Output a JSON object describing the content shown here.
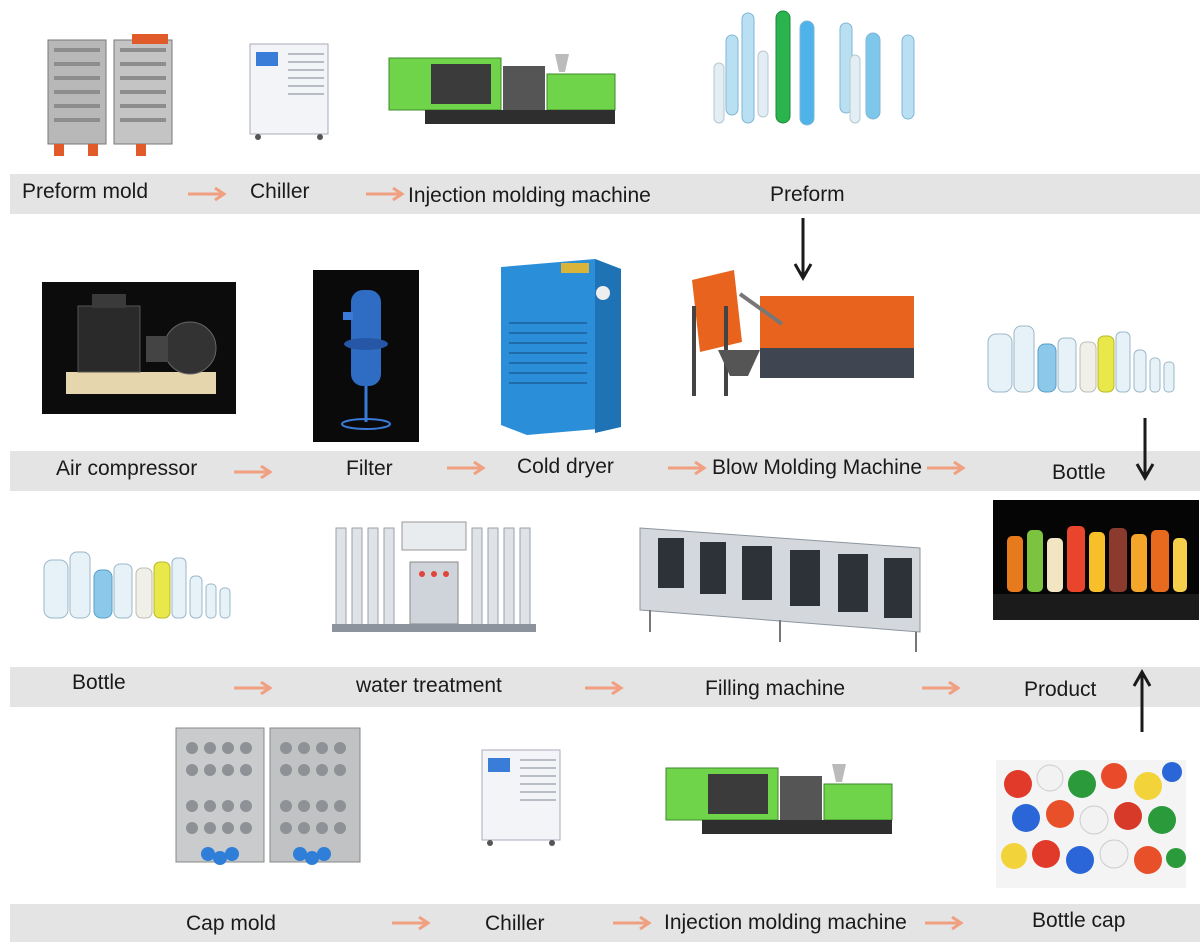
{
  "colors": {
    "band": "#e4e4e4",
    "flow_arrow": "#f0a080",
    "down_arrow": "#1a1a1a",
    "machine_green": "#6fd44a",
    "dryer_blue": "#2a8fd8",
    "blow_orange": "#e8641e"
  },
  "icons": {
    "preform_mold": "mold-icon",
    "chiller": "chiller-icon",
    "injection_machine": "injection-machine-icon",
    "preform": "preform-icon",
    "air_compressor": "compressor-icon",
    "filter": "filter-icon",
    "cold_dryer": "dryer-icon",
    "blow_machine": "blow-machine-icon",
    "bottle": "bottle-icon",
    "water_treatment": "water-treatment-icon",
    "filling_machine": "filling-machine-icon",
    "product": "product-icon",
    "cap_mold": "cap-mold-icon",
    "bottle_cap": "bottle-cap-icon"
  },
  "row1": {
    "preform_mold": "Preform mold",
    "chiller": "Chiller",
    "injection": "Injection molding machine",
    "preform": "Preform"
  },
  "row2": {
    "air_compressor": "Air compressor",
    "filter": "Filter",
    "cold_dryer": "Cold dryer",
    "blow_molding": "Blow Molding Machine",
    "bottle": "Bottle"
  },
  "row3": {
    "bottle": "Bottle",
    "water_treatment": "water treatment",
    "filling": "Filling machine",
    "product": "Product"
  },
  "row4": {
    "cap_mold": "Cap mold",
    "chiller": "Chiller",
    "injection": "Injection molding machine",
    "bottle_cap": "Bottle cap"
  }
}
